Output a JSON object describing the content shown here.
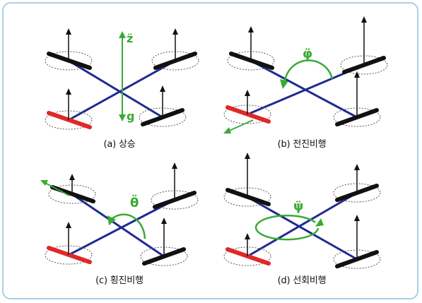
{
  "colors": {
    "frame_border": "#a9cfe6",
    "arm": "#1f2b8f",
    "propeller": "#111111",
    "highlight_propeller": "#e02828",
    "motion": "#3aaa35"
  },
  "panels": [
    {
      "caption": "(a) 상승",
      "symbol_top": "z̈",
      "symbol_bottom": "g"
    },
    {
      "caption": "(b) 전진비행",
      "symbol": "φ̈"
    },
    {
      "caption": "(c) 횡진비행",
      "symbol": "θ̈"
    },
    {
      "caption": "(d) 선회비행",
      "symbol": "ψ̈"
    }
  ]
}
